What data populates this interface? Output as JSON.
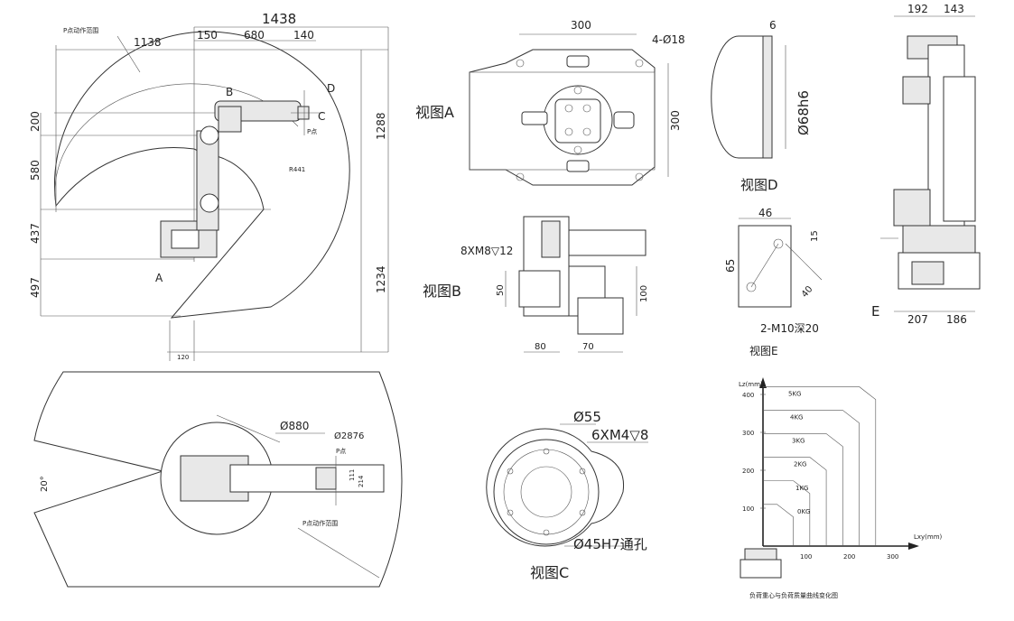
{
  "side_view": {
    "dims_top": {
      "total": "1438",
      "left": "1138",
      "d150": "150",
      "d680": "680",
      "d140": "140"
    },
    "dims_left": {
      "d200": "200",
      "d580": "580",
      "d437": "437",
      "d497": "497"
    },
    "dims_right": {
      "d1288": "1288",
      "d1234": "1234"
    },
    "dim_bottom": "120",
    "range_label": "P点动作范围",
    "radius_label": "R441",
    "markers": {
      "b": "B",
      "a": "A",
      "d": "D",
      "c": "C",
      "p": "P点"
    }
  },
  "view_a": {
    "title": "视图A",
    "dim_width": "300",
    "dim_height": "300",
    "holes": "4-Ø18"
  },
  "view_d": {
    "title": "视图D",
    "dim_top": "6",
    "dim_dia": "Ø68h6"
  },
  "view_b": {
    "title": "视图B",
    "thread": "8XM8▽12",
    "d50": "50",
    "d100": "100",
    "d80": "80",
    "d70": "70"
  },
  "view_e_small": {
    "title": "视图E",
    "d46": "46",
    "d15": "15",
    "d65": "65",
    "d40": "40",
    "thread": "2-M10深20"
  },
  "right_view": {
    "d192": "192",
    "d143": "143",
    "d207": "207",
    "d186": "186",
    "label_e": "E"
  },
  "top_view": {
    "dia_inner": "Ø880",
    "dia_outer": "Ø2876",
    "angle": "20°",
    "p_point": "P点",
    "d111": "111",
    "d214": "214",
    "range_label": "P点动作范围"
  },
  "view_c": {
    "title": "视图C",
    "d55": "Ø55",
    "thread": "6XM4▽8",
    "bore": "Ø45H7通孔"
  },
  "load_chart": {
    "caption": "负荷重心与负荷质量曲线变化图",
    "y_label": "Lz(mm)",
    "x_label": "Lxy(mm)",
    "y_ticks": [
      "100",
      "200",
      "300",
      "400"
    ],
    "x_ticks": [
      "100",
      "200",
      "300"
    ],
    "curves": [
      "5KG",
      "4KG",
      "3KG",
      "2KG",
      "1KG",
      "0KG"
    ]
  }
}
